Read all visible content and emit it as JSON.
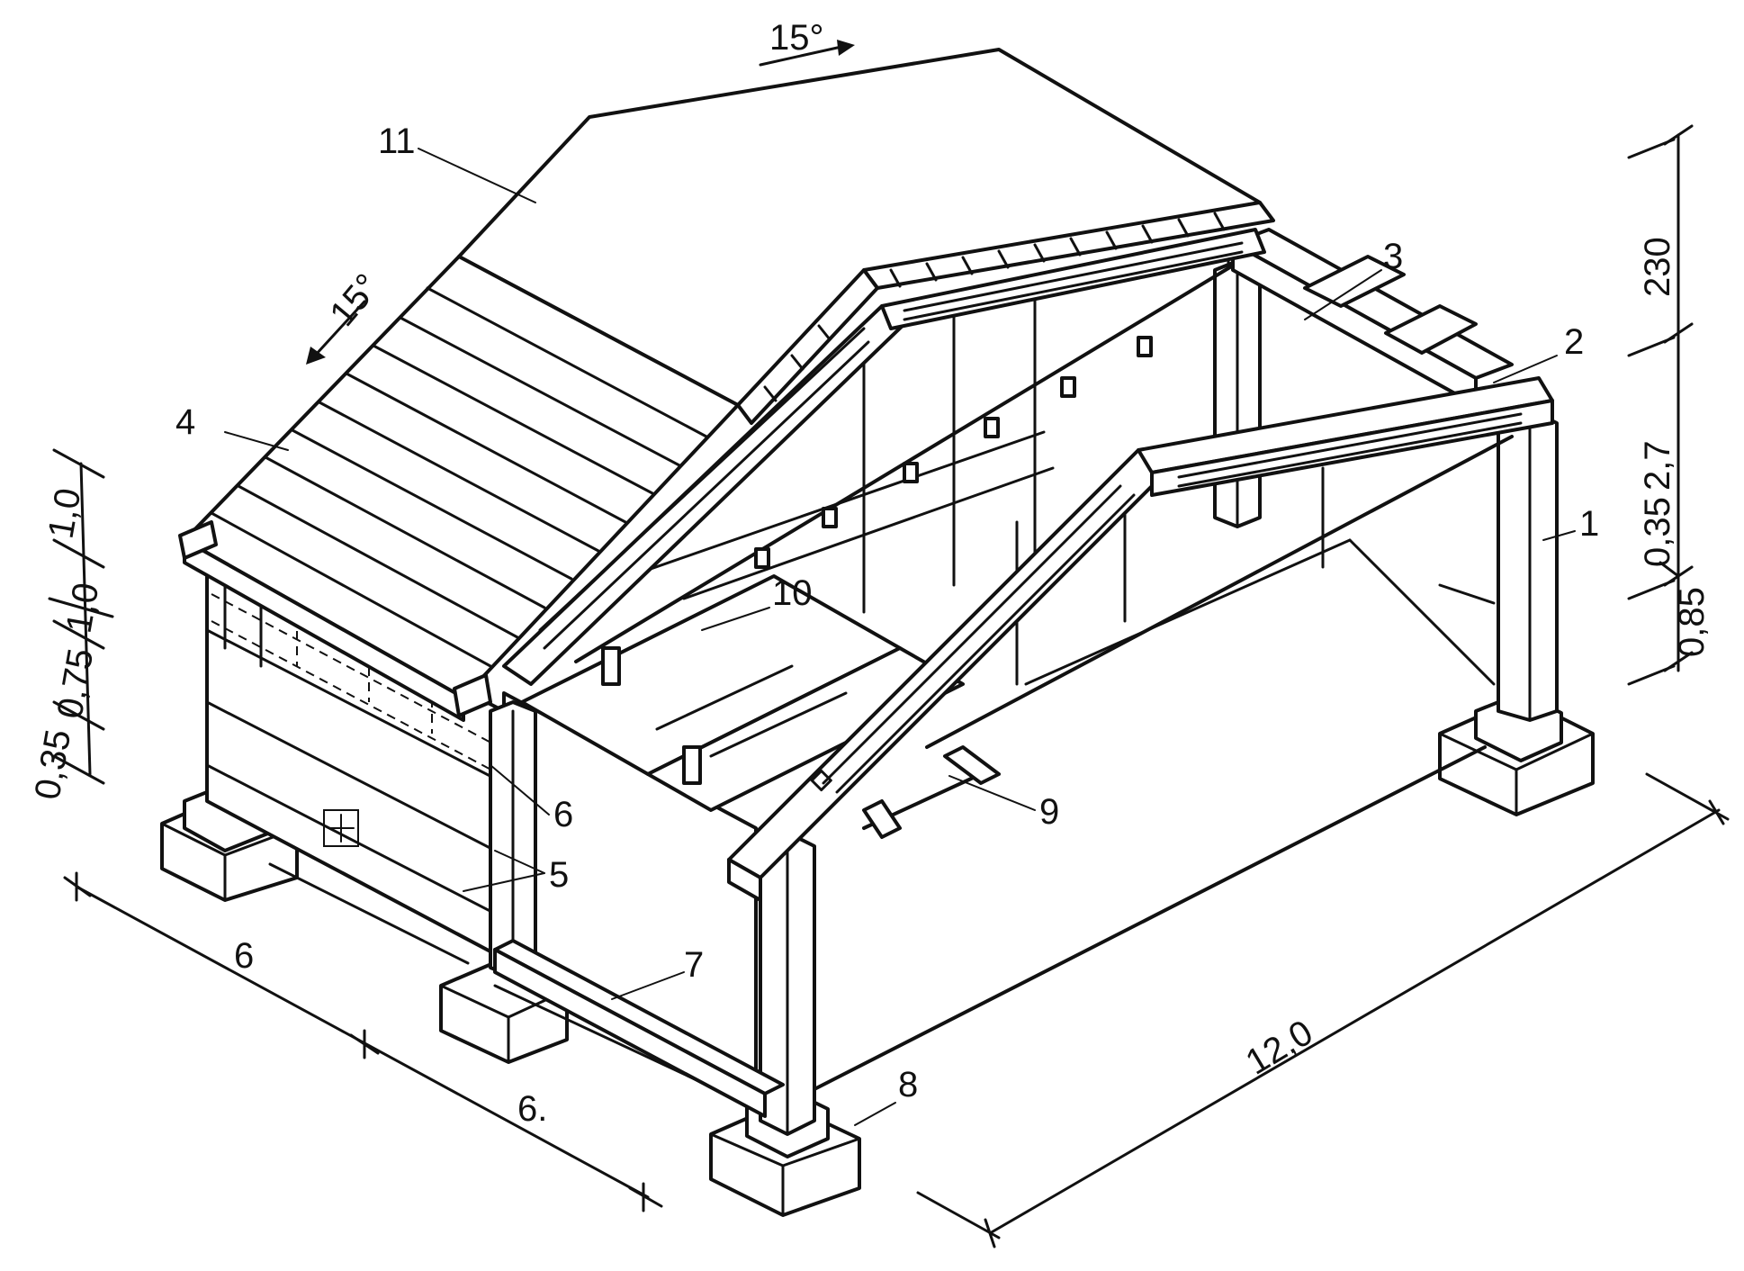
{
  "drawing": {
    "roof_angle_top": "15°",
    "roof_angle_left": "15°"
  },
  "callouts": [
    "1",
    "2",
    "3",
    "4",
    "5",
    "6",
    "7",
    "8",
    "9",
    "10",
    "11"
  ],
  "dimensions": {
    "width_segment_1": "6",
    "width_segment_2": "6.",
    "length": "12,0",
    "height_total": "230",
    "height_column": "2,7",
    "height_beam": "0,35",
    "height_base": "0,85",
    "left_a": "1,0",
    "left_b": "1,0",
    "left_c": "0,75",
    "left_d": "0,35"
  }
}
